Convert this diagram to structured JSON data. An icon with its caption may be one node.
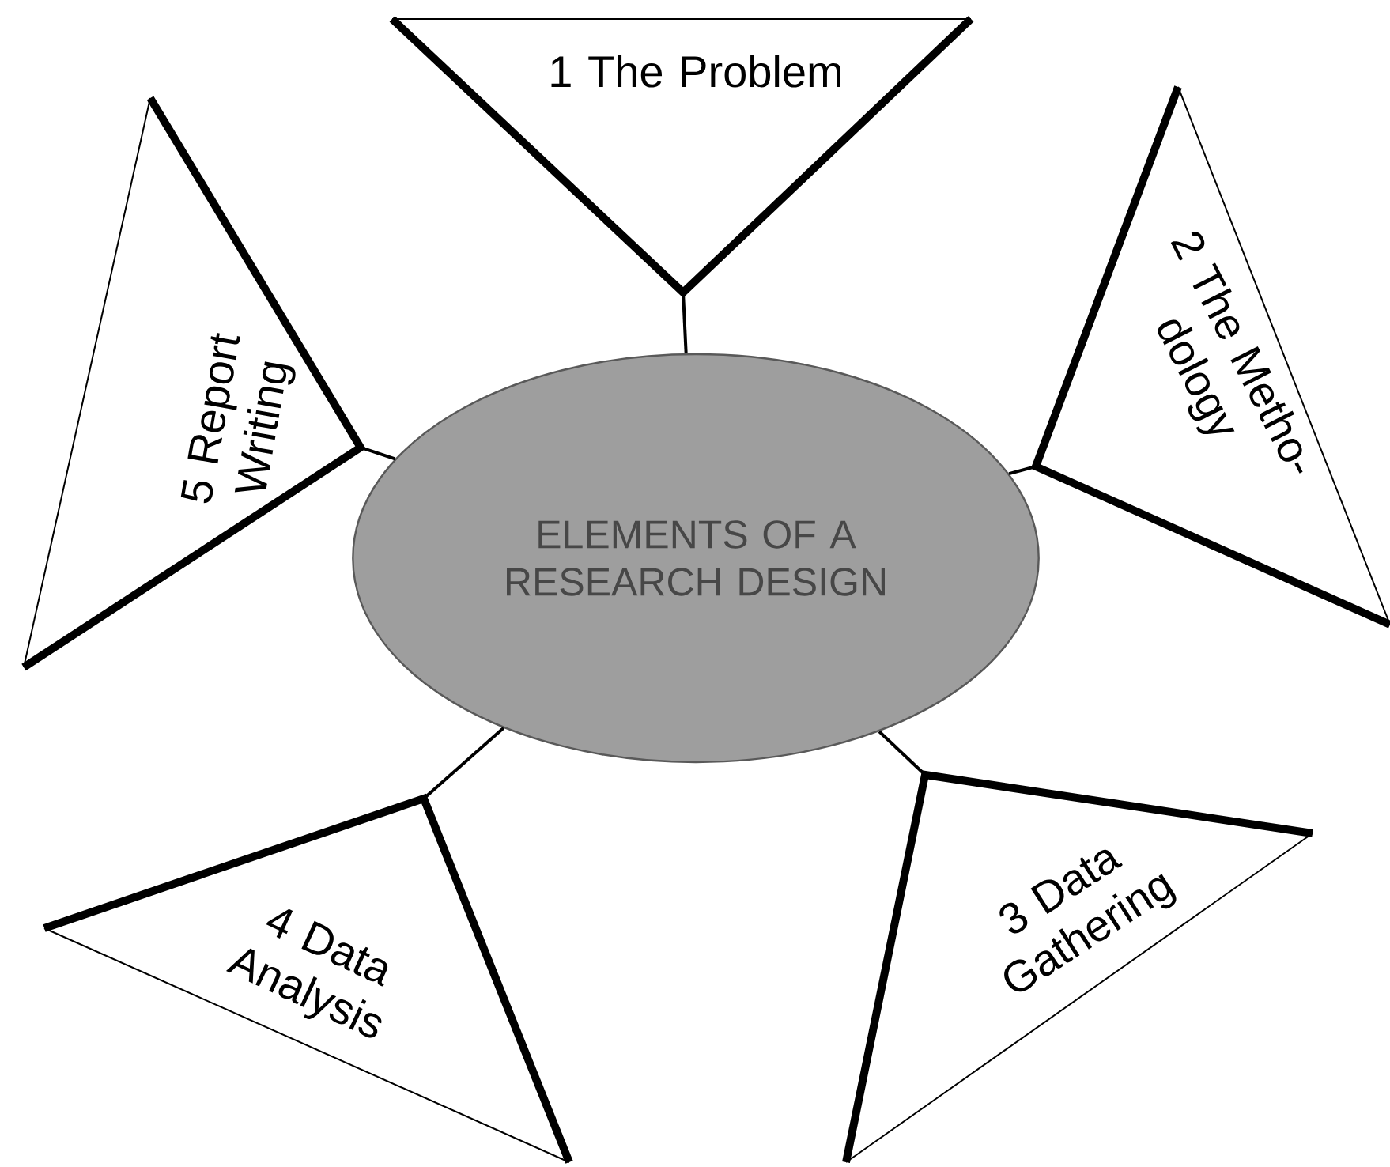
{
  "diagram": {
    "nodes": [
      {
        "text": [
          "ELEMENTS OF A RESEARCH DESIGN"
        ]
      },
      {
        "text": [
          "1 The Problem"
        ]
      },
      {
        "text": [
          "2 The Metho- dology"
        ]
      },
      {
        "text": [
          "3 Data Gathering"
        ]
      },
      {
        "text": [
          "4 Data Analysis"
        ]
      },
      {
        "text": [
          "5 Report Writing"
        ]
      }
    ],
    "edges": [
      {
        "from": 0,
        "to": 1,
        "arrow": "none"
      },
      {
        "from": 0,
        "to": 2,
        "arrow": "none"
      },
      {
        "from": 0,
        "to": 3,
        "arrow": "none"
      },
      {
        "from": 0,
        "to": 4,
        "arrow": "none"
      },
      {
        "from": 0,
        "to": 5,
        "arrow": "none"
      }
    ]
  }
}
